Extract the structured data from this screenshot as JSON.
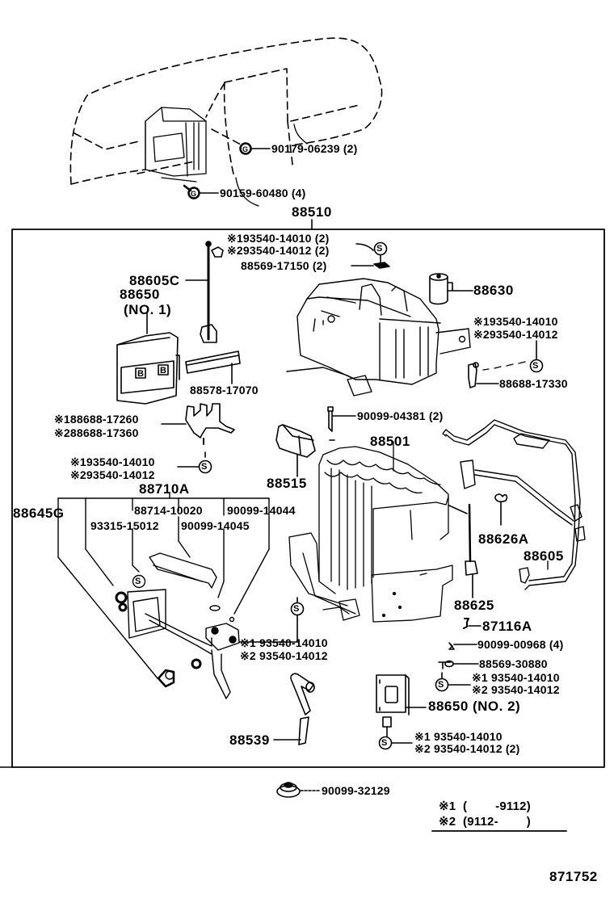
{
  "diagram": {
    "type": "exploded-parts-diagram",
    "subject": "Air conditioner unit (cooler unit) assembly",
    "illustration_number": "871752",
    "assembly_part": "88510"
  },
  "callouts": {
    "top_nut": "90179-06239 (2)",
    "top_screw": "90159-60480 (4)",
    "assembly": "88510",
    "clip_group_top": [
      "※193540-14010 (2)",
      "※293540-14012 (2)"
    ],
    "clip_top": "88569-17150 (2)",
    "harness_c": "88605C",
    "amplifier_no1": [
      "88650",
      "(NO. 1)"
    ],
    "thermistor_switch": "88630",
    "clip_group_right": [
      "※193540-14010",
      "※293540-14012"
    ],
    "bracket_right": "88688-17330",
    "seal_strip": "88578-17070",
    "bracket_left": [
      "※188688-17260",
      "※288688-17360"
    ],
    "clip_group_left": [
      "※193540-14010",
      "※293540-14012"
    ],
    "bolt": "90099-04381 (2)",
    "evaporator": "88501",
    "thermistor": "88515",
    "expansion_valve_kit": "88710A",
    "kit_items_row1": [
      "88714-10020",
      "90099-14044"
    ],
    "kit_items_row2": [
      "93315-15012",
      "90099-14045"
    ],
    "pipe_valve": "88645G",
    "clamp": "88626A",
    "harness": "88605",
    "connector": "88625",
    "clip_small": "87116A",
    "clip_group_center": [
      "※1 93540-14010",
      "※2 93540-14012"
    ],
    "nut_small": "90099-00968 (4)",
    "clip_mid": "88569-30880",
    "clip_group_lower_right": [
      "※1 93540-14010",
      "※2 93540-14012"
    ],
    "amplifier_no2": "88650 (NO. 2)",
    "clip_group_bottom": [
      "※1 93540-14010",
      "※2 93540-14012 (2)"
    ],
    "drain_hose": "88539",
    "grommet": "90099-32129"
  },
  "legend": {
    "row1": "※1  (        -9112)",
    "row2": "※2  (9112-        )"
  },
  "symbols": {
    "s_mark": "S",
    "g_mark": "G"
  }
}
